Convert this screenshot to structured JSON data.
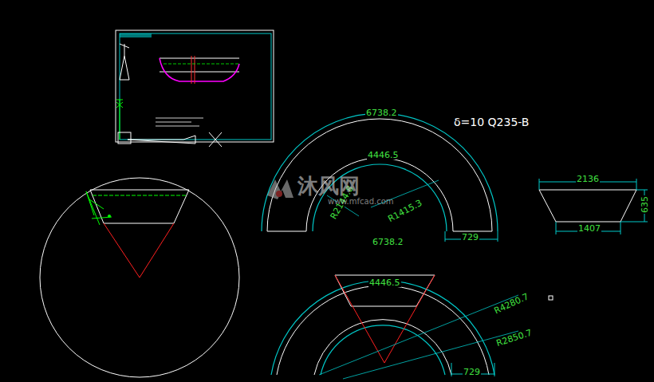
{
  "diagram": {
    "labels": [
      "δ=10  Q235-B",
      "6738.2",
      "4446.5",
      "R2144.8",
      "R1415.3",
      "729",
      "2136",
      "635",
      "1407",
      "6738.2",
      "4446.5",
      "R4280.7",
      "R2850.7",
      "729",
      "沐风网",
      "www.mfcad.com"
    ]
  }
}
